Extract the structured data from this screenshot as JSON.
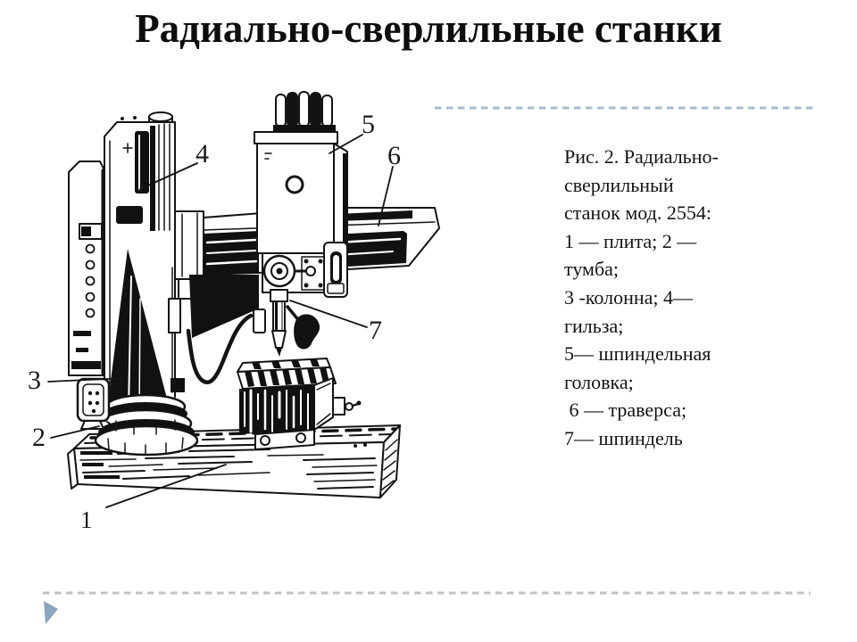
{
  "slide": {
    "title": "Радиально-сверлильные станки"
  },
  "figure": {
    "caption_lines": [
      "Рис. 2. Радиально-",
      "сверлильный",
      "станок мод. 2554:",
      "1 — плита; 2 —",
      "тумба;",
      "3 -колонна; 4—",
      "гильза;",
      "5— шпиндельная",
      "головка;",
      " 6 — траверса;",
      "7— шпиндель"
    ],
    "part_labels": {
      "plate": "1",
      "pedestal": "2",
      "column": "3",
      "sleeve": "4",
      "spindle_head": "5",
      "traverse": "6",
      "spindle": "7"
    }
  },
  "colors": {
    "ink": "#141414",
    "dotted_line_top": "#a8bccb",
    "dotted_line_bottom": "#bfc3c7",
    "accent_triangle": "#8ba6c1"
  }
}
